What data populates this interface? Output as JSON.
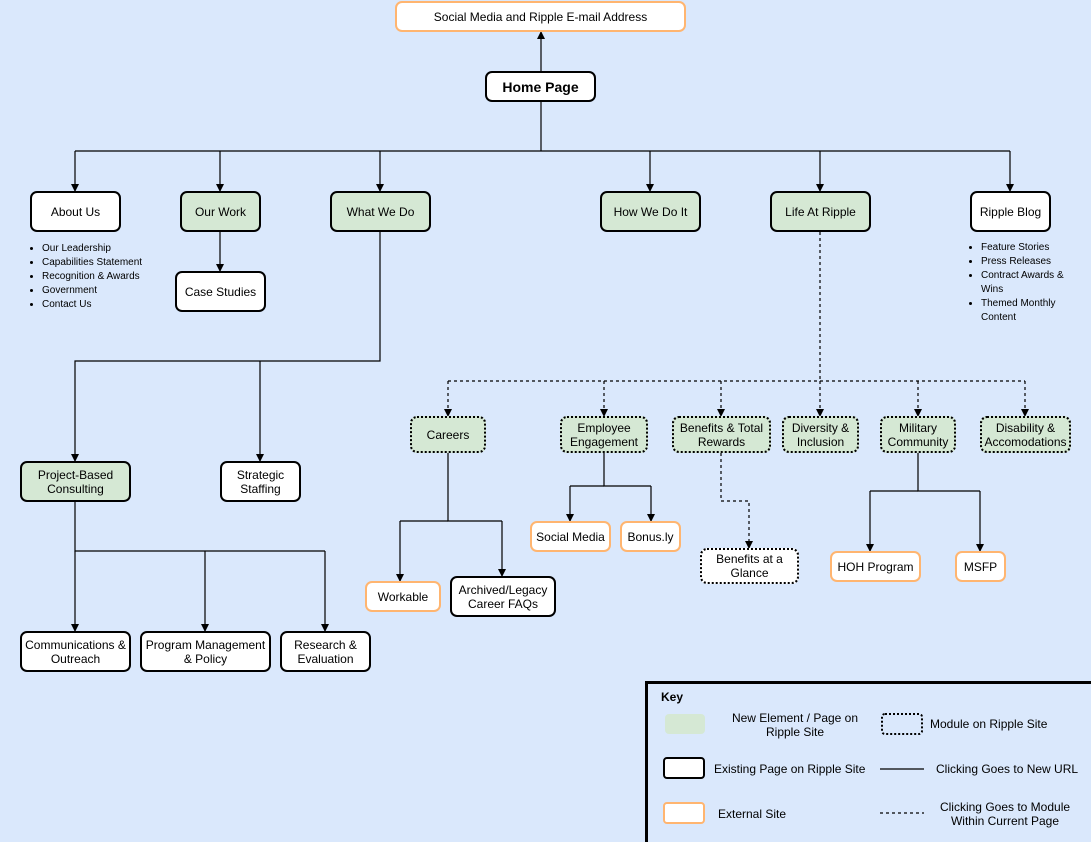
{
  "nodes": {
    "social_media_email": "Social Media and Ripple E-mail Address",
    "home_page": "Home Page",
    "about_us": "About Us",
    "our_work": "Our Work",
    "what_we_do": "What We Do",
    "how_we_do_it": "How We Do It",
    "life_at_ripple": "Life At Ripple",
    "ripple_blog": "Ripple Blog",
    "case_studies": "Case Studies",
    "project_based_consulting": [
      "Project-Based",
      "Consulting"
    ],
    "strategic_staffing": [
      "Strategic",
      "Staffing"
    ],
    "communications_outreach": [
      "Communications &",
      "Outreach"
    ],
    "program_management_policy": [
      "Program Management",
      "& Policy"
    ],
    "research_evaluation": [
      "Research &",
      "Evaluation"
    ],
    "careers": "Careers",
    "employee_engagement": [
      "Employee",
      "Engagement"
    ],
    "benefits_total_rewards": [
      "Benefits & Total",
      "Rewards"
    ],
    "diversity_inclusion": [
      "Diversity &",
      "Inclusion"
    ],
    "military_community": [
      "Military",
      "Community"
    ],
    "disability_accomodations": [
      "Disability &",
      "Accomodations"
    ],
    "workable": "Workable",
    "archived_legacy_faqs": [
      "Archived/Legacy",
      "Career FAQs"
    ],
    "social_media": "Social Media",
    "bonus_ly": "Bonus.ly",
    "benefits_at_a_glance": [
      "Benefits at a",
      "Glance"
    ],
    "hoh_program": "HOH Program",
    "msfp": "MSFP"
  },
  "about_us_items": [
    "Our Leadership",
    "Capabilities Statement",
    "Recognition & Awards",
    "Government",
    "Contact Us"
  ],
  "ripple_blog_items": [
    "Feature Stories",
    "Press Releases",
    "Contract Awards & Wins",
    "Themed Monthly Content"
  ],
  "key": {
    "title": "Key",
    "new_element": [
      "New Element / Page on",
      "Ripple Site"
    ],
    "module": "Module on Ripple Site",
    "existing_page": "Existing Page on Ripple Site",
    "new_url": "Clicking Goes to New URL",
    "external": "External Site",
    "module_link": [
      "Clicking Goes to Module",
      "Within Current Page"
    ]
  },
  "colors": {
    "background": "#dae8fc",
    "new_fill": "#d5e8d4",
    "external_border": "#ffb570",
    "border": "#000000"
  }
}
